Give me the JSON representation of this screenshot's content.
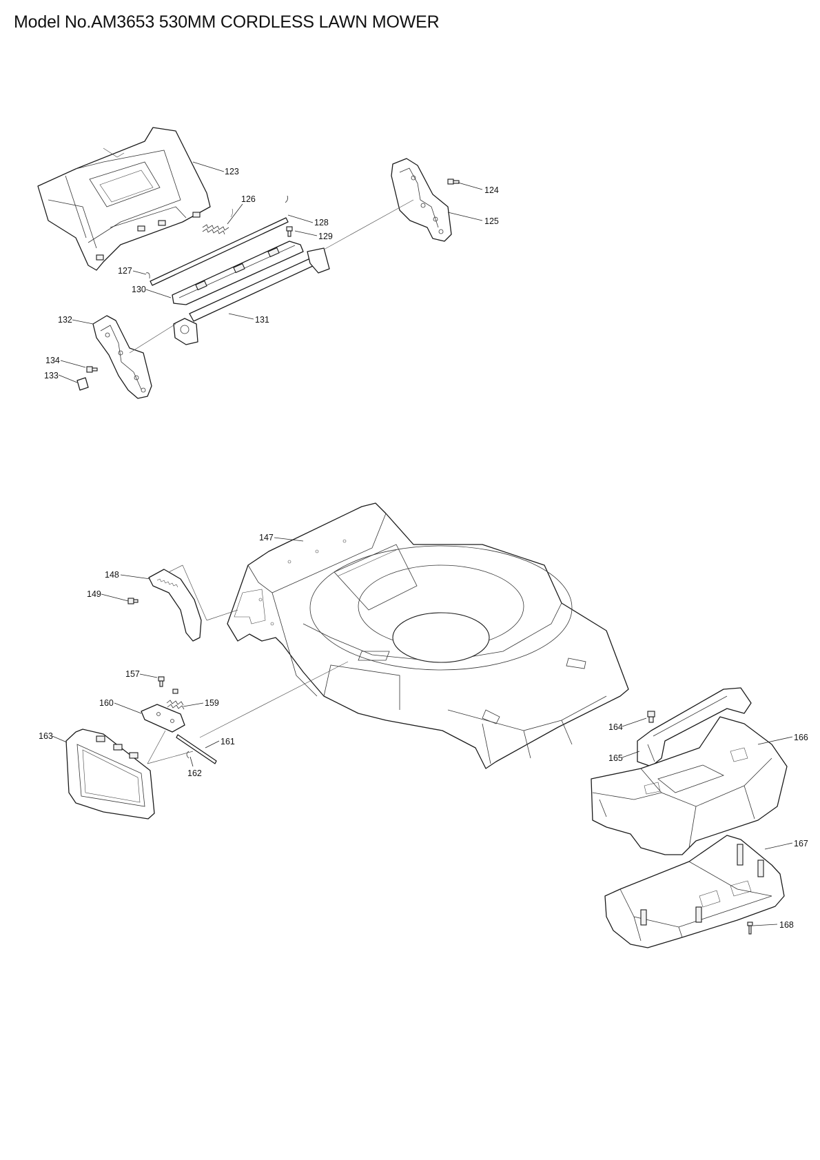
{
  "title": "Model No.AM3653 530MM CORDLESS LAWN MOWER",
  "callouts": {
    "c123": "123",
    "c124": "124",
    "c125": "125",
    "c126": "126",
    "c127": "127",
    "c128": "128",
    "c129": "129",
    "c130": "130",
    "c131": "131",
    "c132": "132",
    "c133": "133",
    "c134": "134",
    "c147": "147",
    "c148": "148",
    "c149": "149",
    "c157": "157",
    "c159": "159",
    "c160": "160",
    "c161": "161",
    "c162": "162",
    "c163": "163",
    "c164": "164",
    "c165": "165",
    "c166": "166",
    "c167": "167",
    "c168": "168"
  }
}
